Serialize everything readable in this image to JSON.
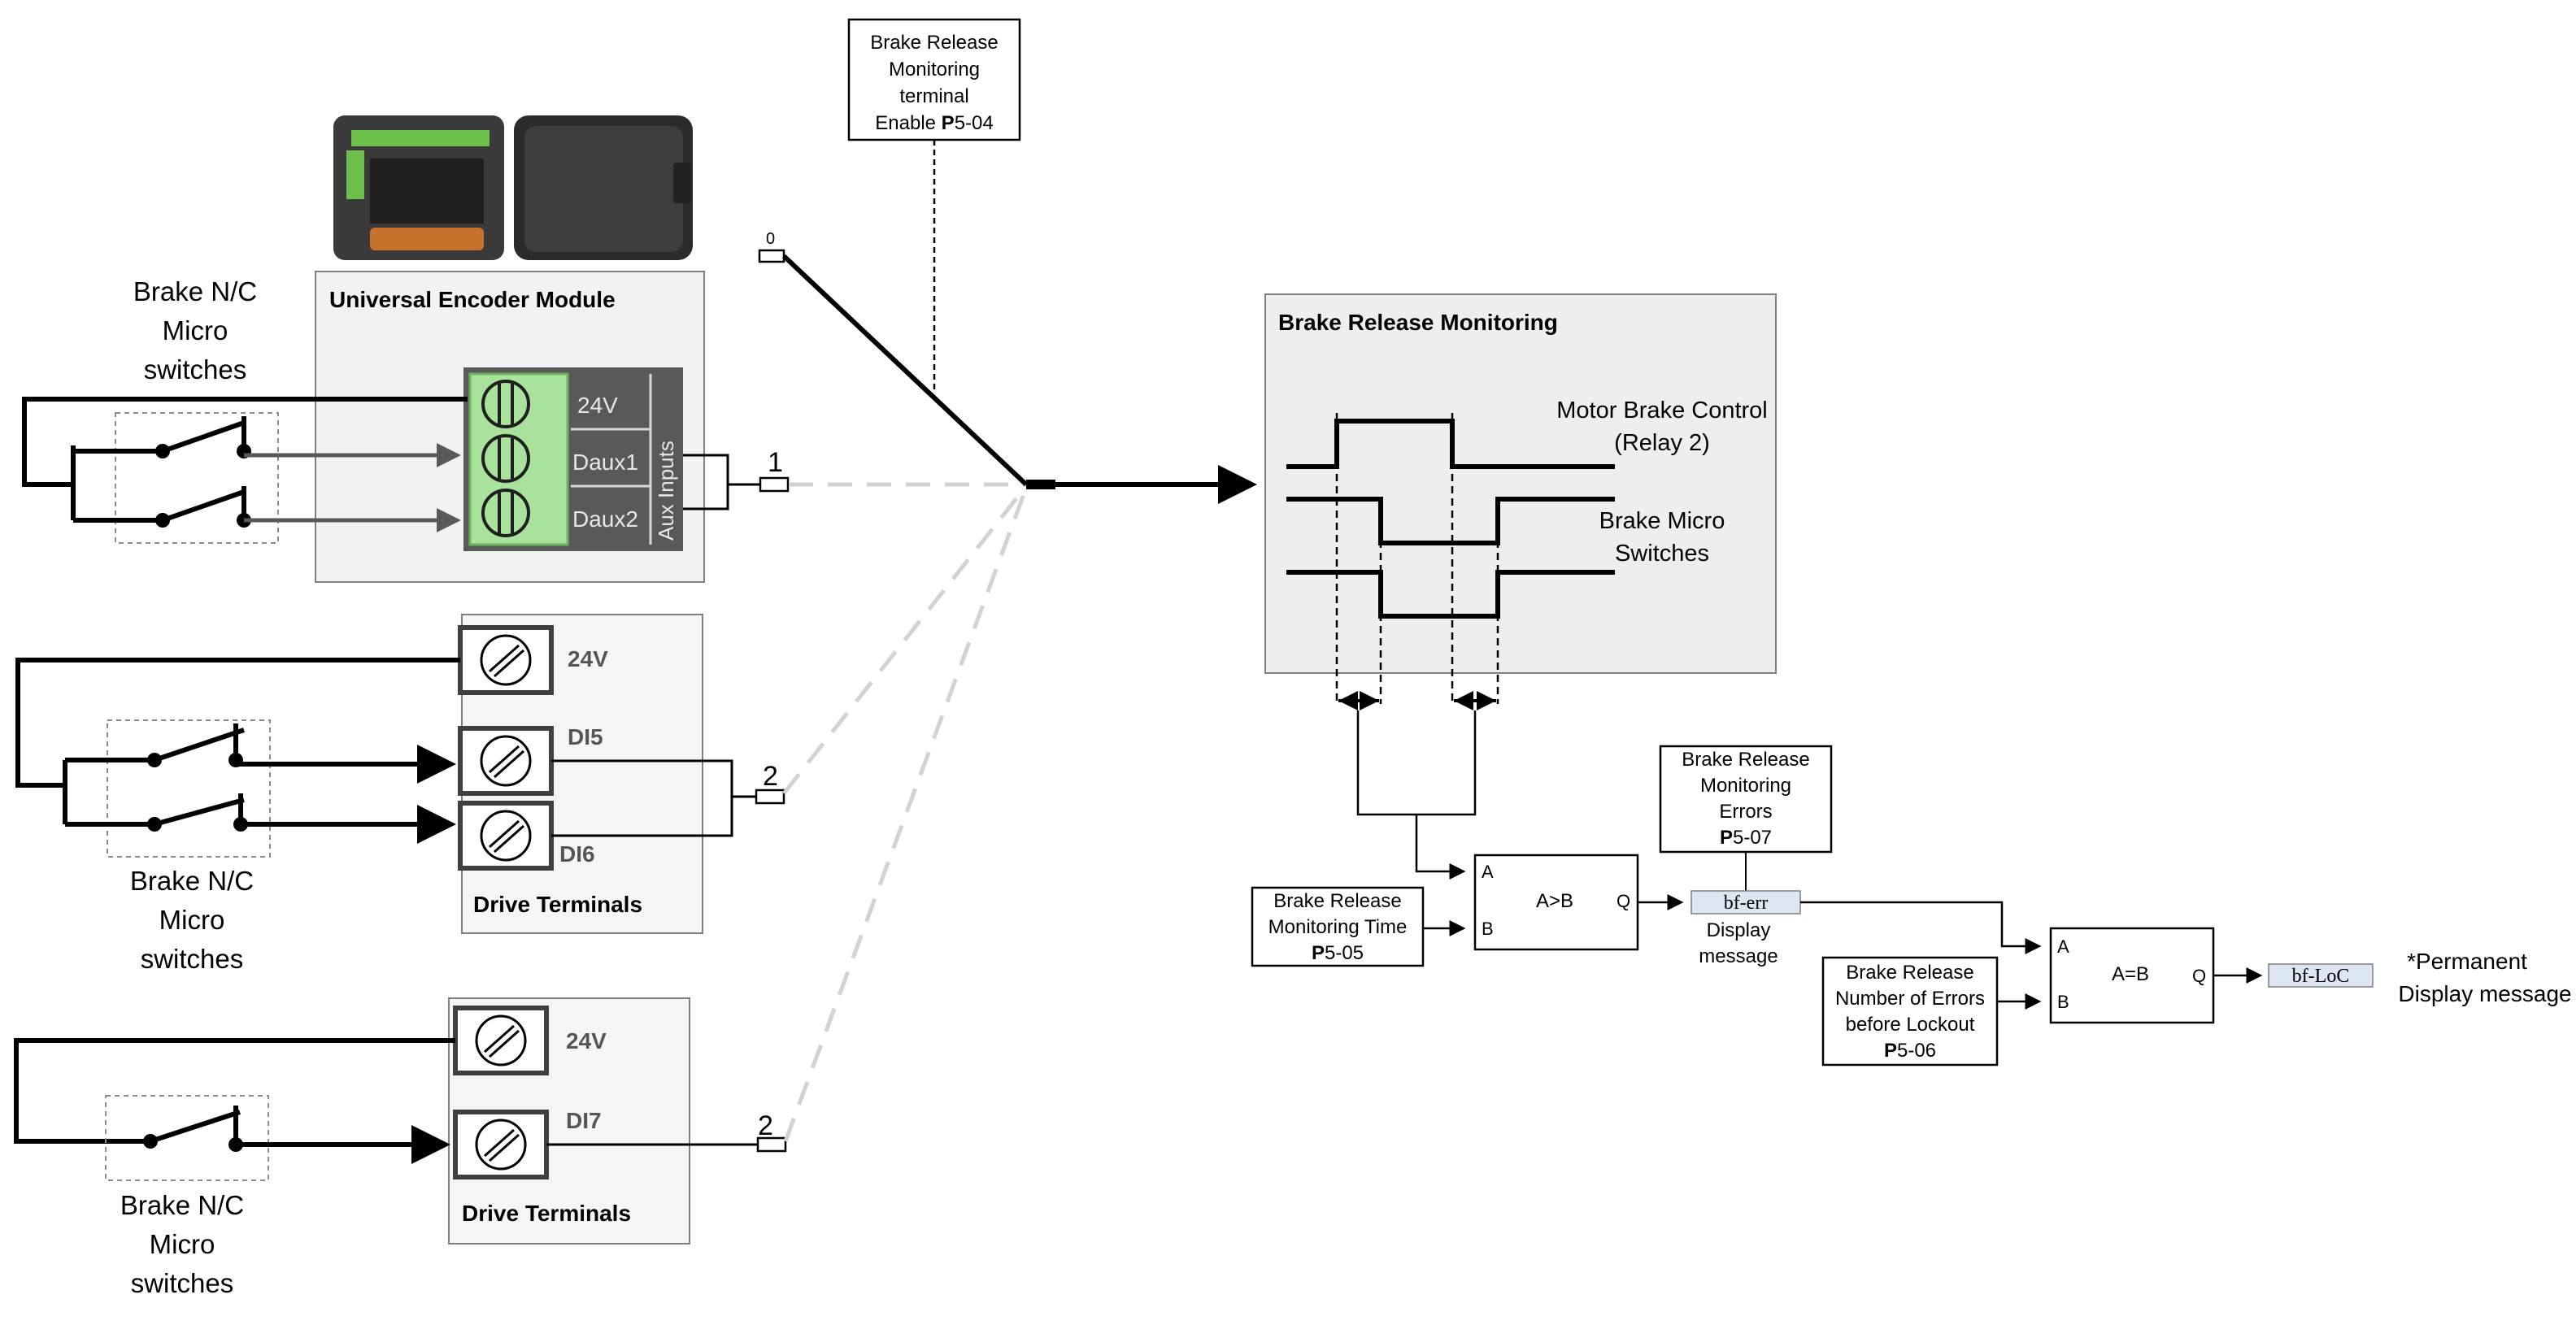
{
  "labels": {
    "switches_top": [
      "Brake N/C",
      "Micro",
      "switches"
    ],
    "switches_mid": [
      "Brake N/C",
      "Micro",
      "switches"
    ],
    "switches_bot": [
      "Brake N/C",
      "Micro",
      "switches"
    ],
    "enable_box": [
      "Brake Release",
      "Monitoring",
      "terminal",
      "Enable "
    ],
    "enable_param_bold": "P",
    "enable_param_rest": "5-04",
    "selector_zero": "0",
    "selector_one": "1",
    "selector_two_a": "2",
    "selector_two_b": "2"
  },
  "encoder_module": {
    "title": "Universal Encoder Module",
    "terminals": [
      "24V",
      "Daux1",
      "Daux2"
    ],
    "group_label": "Aux Inputs"
  },
  "drive_terminals_1": {
    "terminals": [
      "24V",
      "DI5",
      "DI6"
    ],
    "title": "Drive Terminals"
  },
  "drive_terminals_2": {
    "terminals": [
      "24V",
      "DI7"
    ],
    "title": "Drive Terminals"
  },
  "monitoring_panel": {
    "title": "Brake Release Monitoring",
    "signal1": [
      "Motor Brake Control",
      "(Relay 2)"
    ],
    "signal2": [
      "Brake Micro",
      "Switches"
    ]
  },
  "comparator1": {
    "label": "A>B",
    "in_a": "A",
    "in_b": "B",
    "out": "Q"
  },
  "comparator2": {
    "label": "A=B",
    "in_a": "A",
    "in_b": "B",
    "out": "Q"
  },
  "time_param": {
    "lines": [
      "Brake Release",
      "Monitoring Time"
    ],
    "param_bold": "P",
    "param_rest": "5-05"
  },
  "errors_param": {
    "lines": [
      "Brake Release",
      "Monitoring",
      "Errors"
    ],
    "param_bold": "P",
    "param_rest": "5-07"
  },
  "lockout_param": {
    "lines": [
      "Brake Release",
      "Number of Errors",
      "before Lockout"
    ],
    "param_bold": "P",
    "param_rest": "5-06"
  },
  "display1": {
    "code": "bf-err",
    "caption": [
      "Display",
      "message"
    ]
  },
  "display2": {
    "code": "bf-LoC",
    "caption": [
      "*Permanent",
      "Display message"
    ]
  }
}
